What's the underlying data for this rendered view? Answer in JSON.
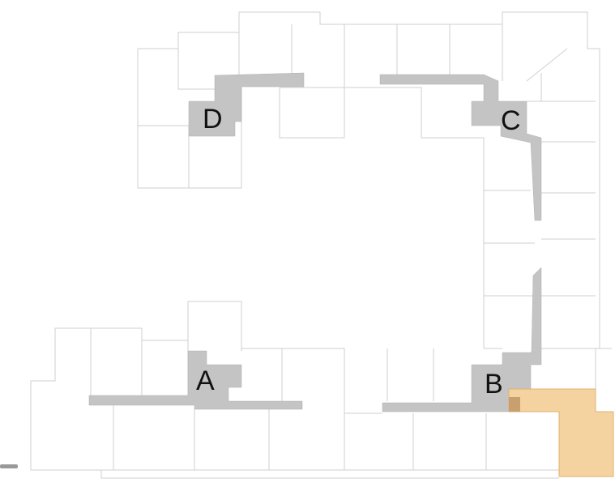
{
  "colors": {
    "corridor": "#c4c4c4",
    "highlight": "#f4d3a0",
    "outline": "#cfcfcf"
  },
  "labels": {
    "a": "A",
    "b": "B",
    "c": "C",
    "d": "D"
  }
}
